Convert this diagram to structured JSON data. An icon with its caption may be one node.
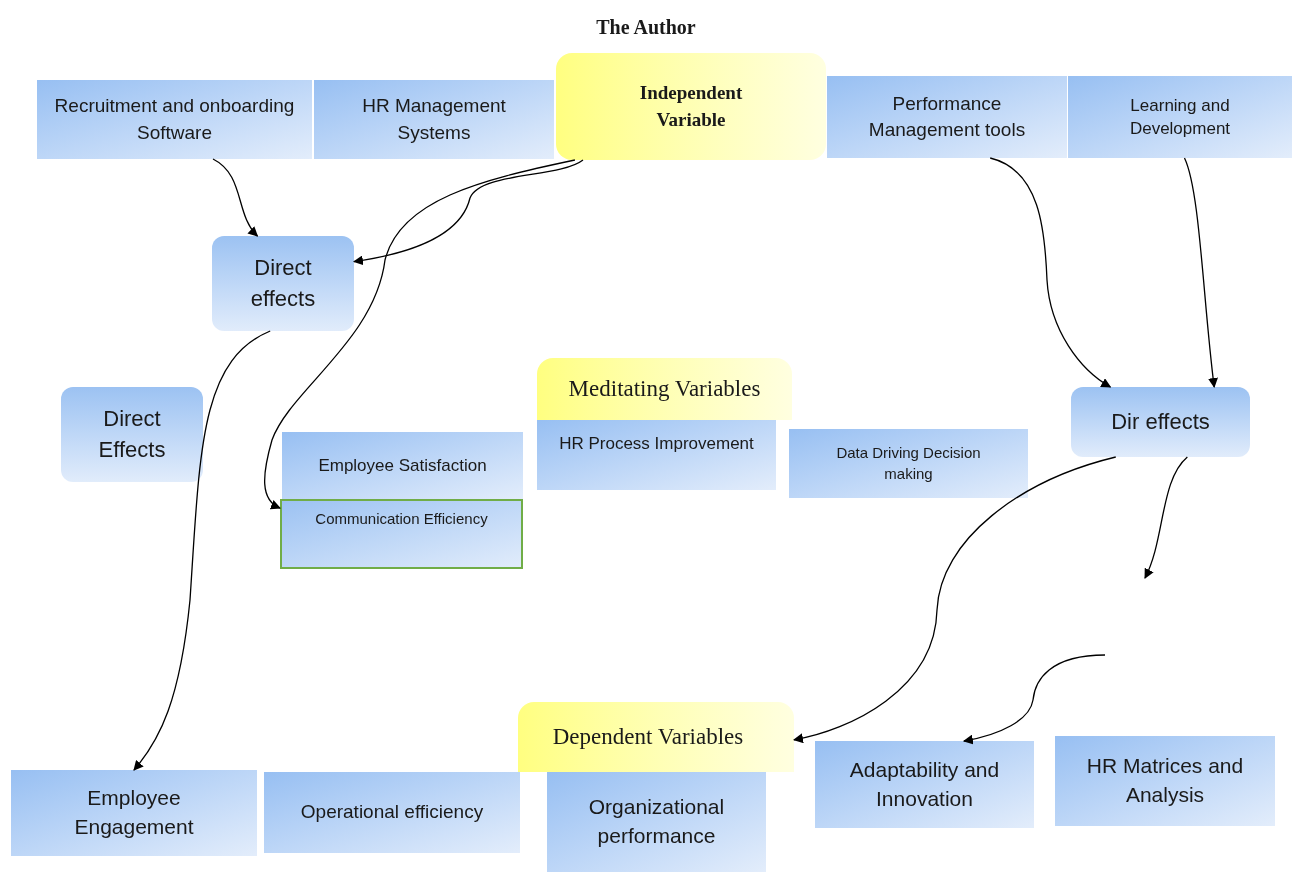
{
  "diagram": {
    "title": "The Author",
    "nodes": [
      {
        "text": [
          "Independent Variable"
        ]
      },
      {
        "text": [
          "Recruitment and onboarding Software"
        ]
      },
      {
        "text": [
          "HR Management Systems"
        ]
      },
      {
        "text": [
          "Performance Management tools"
        ]
      },
      {
        "text": [
          "Learning and Development"
        ]
      },
      {
        "text": [
          "Direct effects"
        ]
      },
      {
        "text": [
          "Meditating Variables"
        ]
      },
      {
        "text": [
          "Dir effects"
        ]
      },
      {
        "text": [
          "Direct Effects"
        ]
      },
      {
        "text": [
          "Employee Satisfaction"
        ]
      },
      {
        "text": [
          "HR Process Improvement"
        ]
      },
      {
        "text": [
          "Data Driving Decision making"
        ]
      },
      {
        "text": [
          "Communication Efficiency"
        ]
      },
      {
        "text": [
          "Dependent Variables"
        ]
      },
      {
        "text": [
          "Adaptability and Innovation"
        ]
      },
      {
        "text": [
          "HR Matrices and Analysis"
        ]
      },
      {
        "text": [
          "Employee Engagement"
        ]
      },
      {
        "text": [
          "Operational efficiency"
        ]
      },
      {
        "text": [
          "Organizational performance"
        ]
      }
    ],
    "edges": [
      {
        "from": 1,
        "to": 5,
        "arrow": "to"
      },
      {
        "from": 0,
        "to": 5,
        "arrow": "to"
      },
      {
        "from": 0,
        "to": 12,
        "arrow": "to"
      },
      {
        "from": 5,
        "to": 16,
        "arrow": "to"
      },
      {
        "from": 3,
        "to": 7,
        "arrow": "to"
      },
      {
        "from": 4,
        "to": 7,
        "arrow": "to"
      },
      {
        "from": 7,
        "to": 13,
        "arrow": "to"
      },
      {
        "from": 7,
        "to": null,
        "arrow": "to"
      },
      {
        "from": null,
        "to": 14,
        "arrow": "to"
      }
    ]
  }
}
